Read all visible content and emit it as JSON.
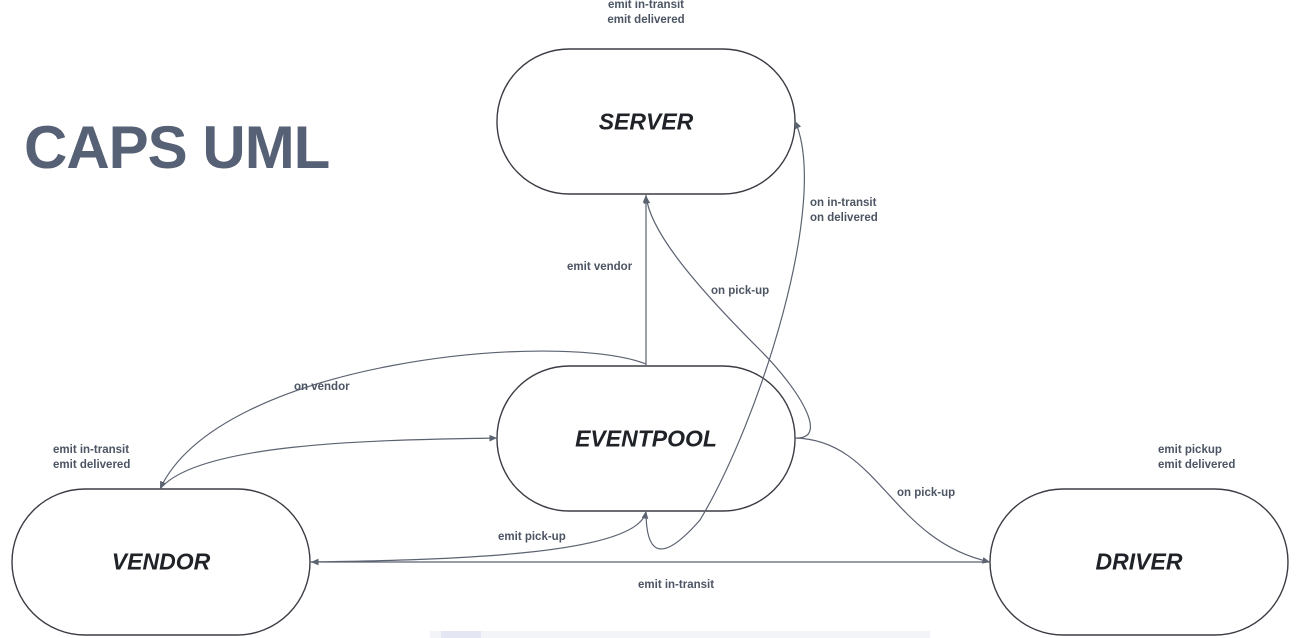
{
  "title": "CAPS UML",
  "nodes": {
    "server": "SERVER",
    "eventpool": "EVENTPOOL",
    "vendor": "VENDOR",
    "driver": "DRIVER"
  },
  "notes": {
    "server_emits": [
      "emit in-transit",
      "emit delivered"
    ],
    "vendor_emits": [
      "emit in-transit",
      "emit delivered"
    ],
    "driver_emits": [
      "emit pickup",
      "emit delivered"
    ],
    "server_listens": [
      "on in-transit",
      "on delivered"
    ]
  },
  "edges": {
    "emit_vendor": "emit vendor",
    "on_vendor": "on vendor",
    "on_pickup_server": "on pick-up",
    "on_pickup_driver": "on pick-up",
    "emit_pickup": "emit pick-up",
    "emit_in_transit": "emit in-transit"
  },
  "colors": {
    "title": "#566175",
    "node_stroke": "#3a3d44",
    "edge_stroke": "#5b6270",
    "label": "#4c5563"
  }
}
